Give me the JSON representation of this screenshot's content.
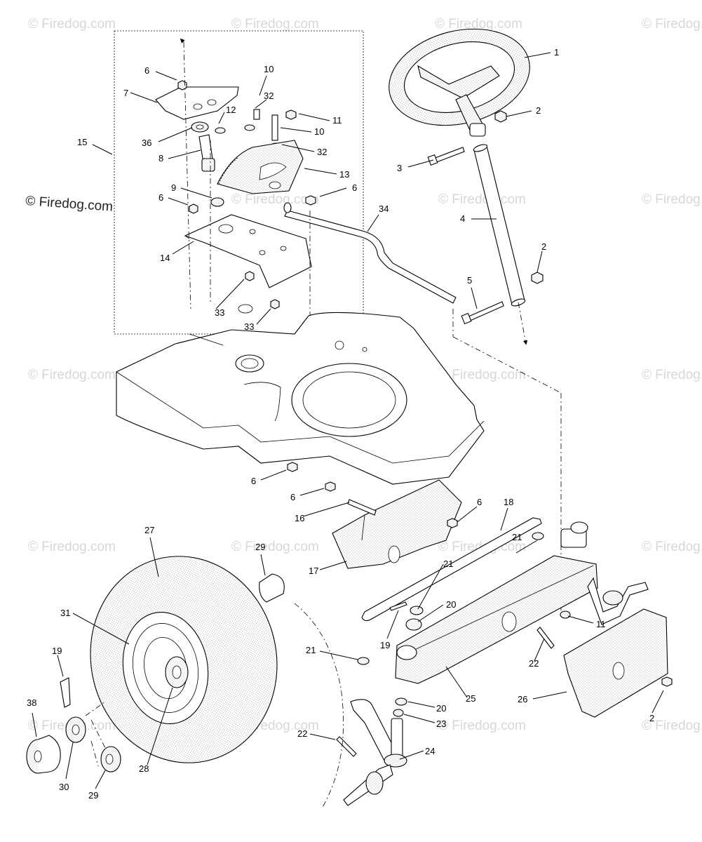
{
  "watermark": {
    "main": "© Firedog.com",
    "faint": "© Firedog.com"
  },
  "callouts": [
    {
      "id": "c1",
      "text": "1"
    },
    {
      "id": "c2a",
      "text": "2"
    },
    {
      "id": "c3",
      "text": "3"
    },
    {
      "id": "c4",
      "text": "4"
    },
    {
      "id": "c2b",
      "text": "2"
    },
    {
      "id": "c5",
      "text": "5"
    },
    {
      "id": "c6a",
      "text": "6"
    },
    {
      "id": "c7",
      "text": "7"
    },
    {
      "id": "c10a",
      "text": "10"
    },
    {
      "id": "c32a",
      "text": "32"
    },
    {
      "id": "c12",
      "text": "12"
    },
    {
      "id": "c11a",
      "text": "11"
    },
    {
      "id": "c10b",
      "text": "10"
    },
    {
      "id": "c36",
      "text": "36"
    },
    {
      "id": "c32b",
      "text": "32"
    },
    {
      "id": "c15",
      "text": "15"
    },
    {
      "id": "c8",
      "text": "8"
    },
    {
      "id": "c13",
      "text": "13"
    },
    {
      "id": "c9",
      "text": "9"
    },
    {
      "id": "c6b",
      "text": "6"
    },
    {
      "id": "c6c",
      "text": "6"
    },
    {
      "id": "c34",
      "text": "34"
    },
    {
      "id": "c14",
      "text": "14"
    },
    {
      "id": "c33a",
      "text": "33"
    },
    {
      "id": "c33b",
      "text": "33"
    },
    {
      "id": "c6d",
      "text": "6"
    },
    {
      "id": "c6e",
      "text": "6"
    },
    {
      "id": "c16",
      "text": "16"
    },
    {
      "id": "c6f",
      "text": "6"
    },
    {
      "id": "c18",
      "text": "18"
    },
    {
      "id": "c21a",
      "text": "21"
    },
    {
      "id": "c17",
      "text": "17"
    },
    {
      "id": "c27",
      "text": "27"
    },
    {
      "id": "c29a",
      "text": "29"
    },
    {
      "id": "c21b",
      "text": "21"
    },
    {
      "id": "c20a",
      "text": "20"
    },
    {
      "id": "c11b",
      "text": "11"
    },
    {
      "id": "c31",
      "text": "31"
    },
    {
      "id": "c19a",
      "text": "19"
    },
    {
      "id": "c22a",
      "text": "22"
    },
    {
      "id": "c21c",
      "text": "21"
    },
    {
      "id": "c19b",
      "text": "19"
    },
    {
      "id": "c25",
      "text": "25"
    },
    {
      "id": "c26",
      "text": "26"
    },
    {
      "id": "c20b",
      "text": "20"
    },
    {
      "id": "c23",
      "text": "23"
    },
    {
      "id": "c2c",
      "text": "2"
    },
    {
      "id": "c38",
      "text": "38"
    },
    {
      "id": "c22b",
      "text": "22"
    },
    {
      "id": "c24",
      "text": "24"
    },
    {
      "id": "c28",
      "text": "28"
    },
    {
      "id": "c30",
      "text": "30"
    },
    {
      "id": "c29b",
      "text": "29"
    }
  ]
}
